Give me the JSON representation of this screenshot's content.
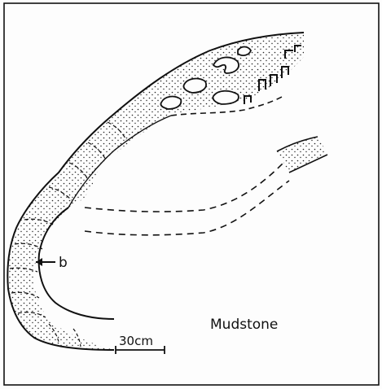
{
  "figure": {
    "label_b": "b",
    "rock_label": "Mudstone",
    "scale_label": "30cm"
  },
  "colors": {
    "ink": "#111111",
    "paper": "#fdfdfd"
  }
}
